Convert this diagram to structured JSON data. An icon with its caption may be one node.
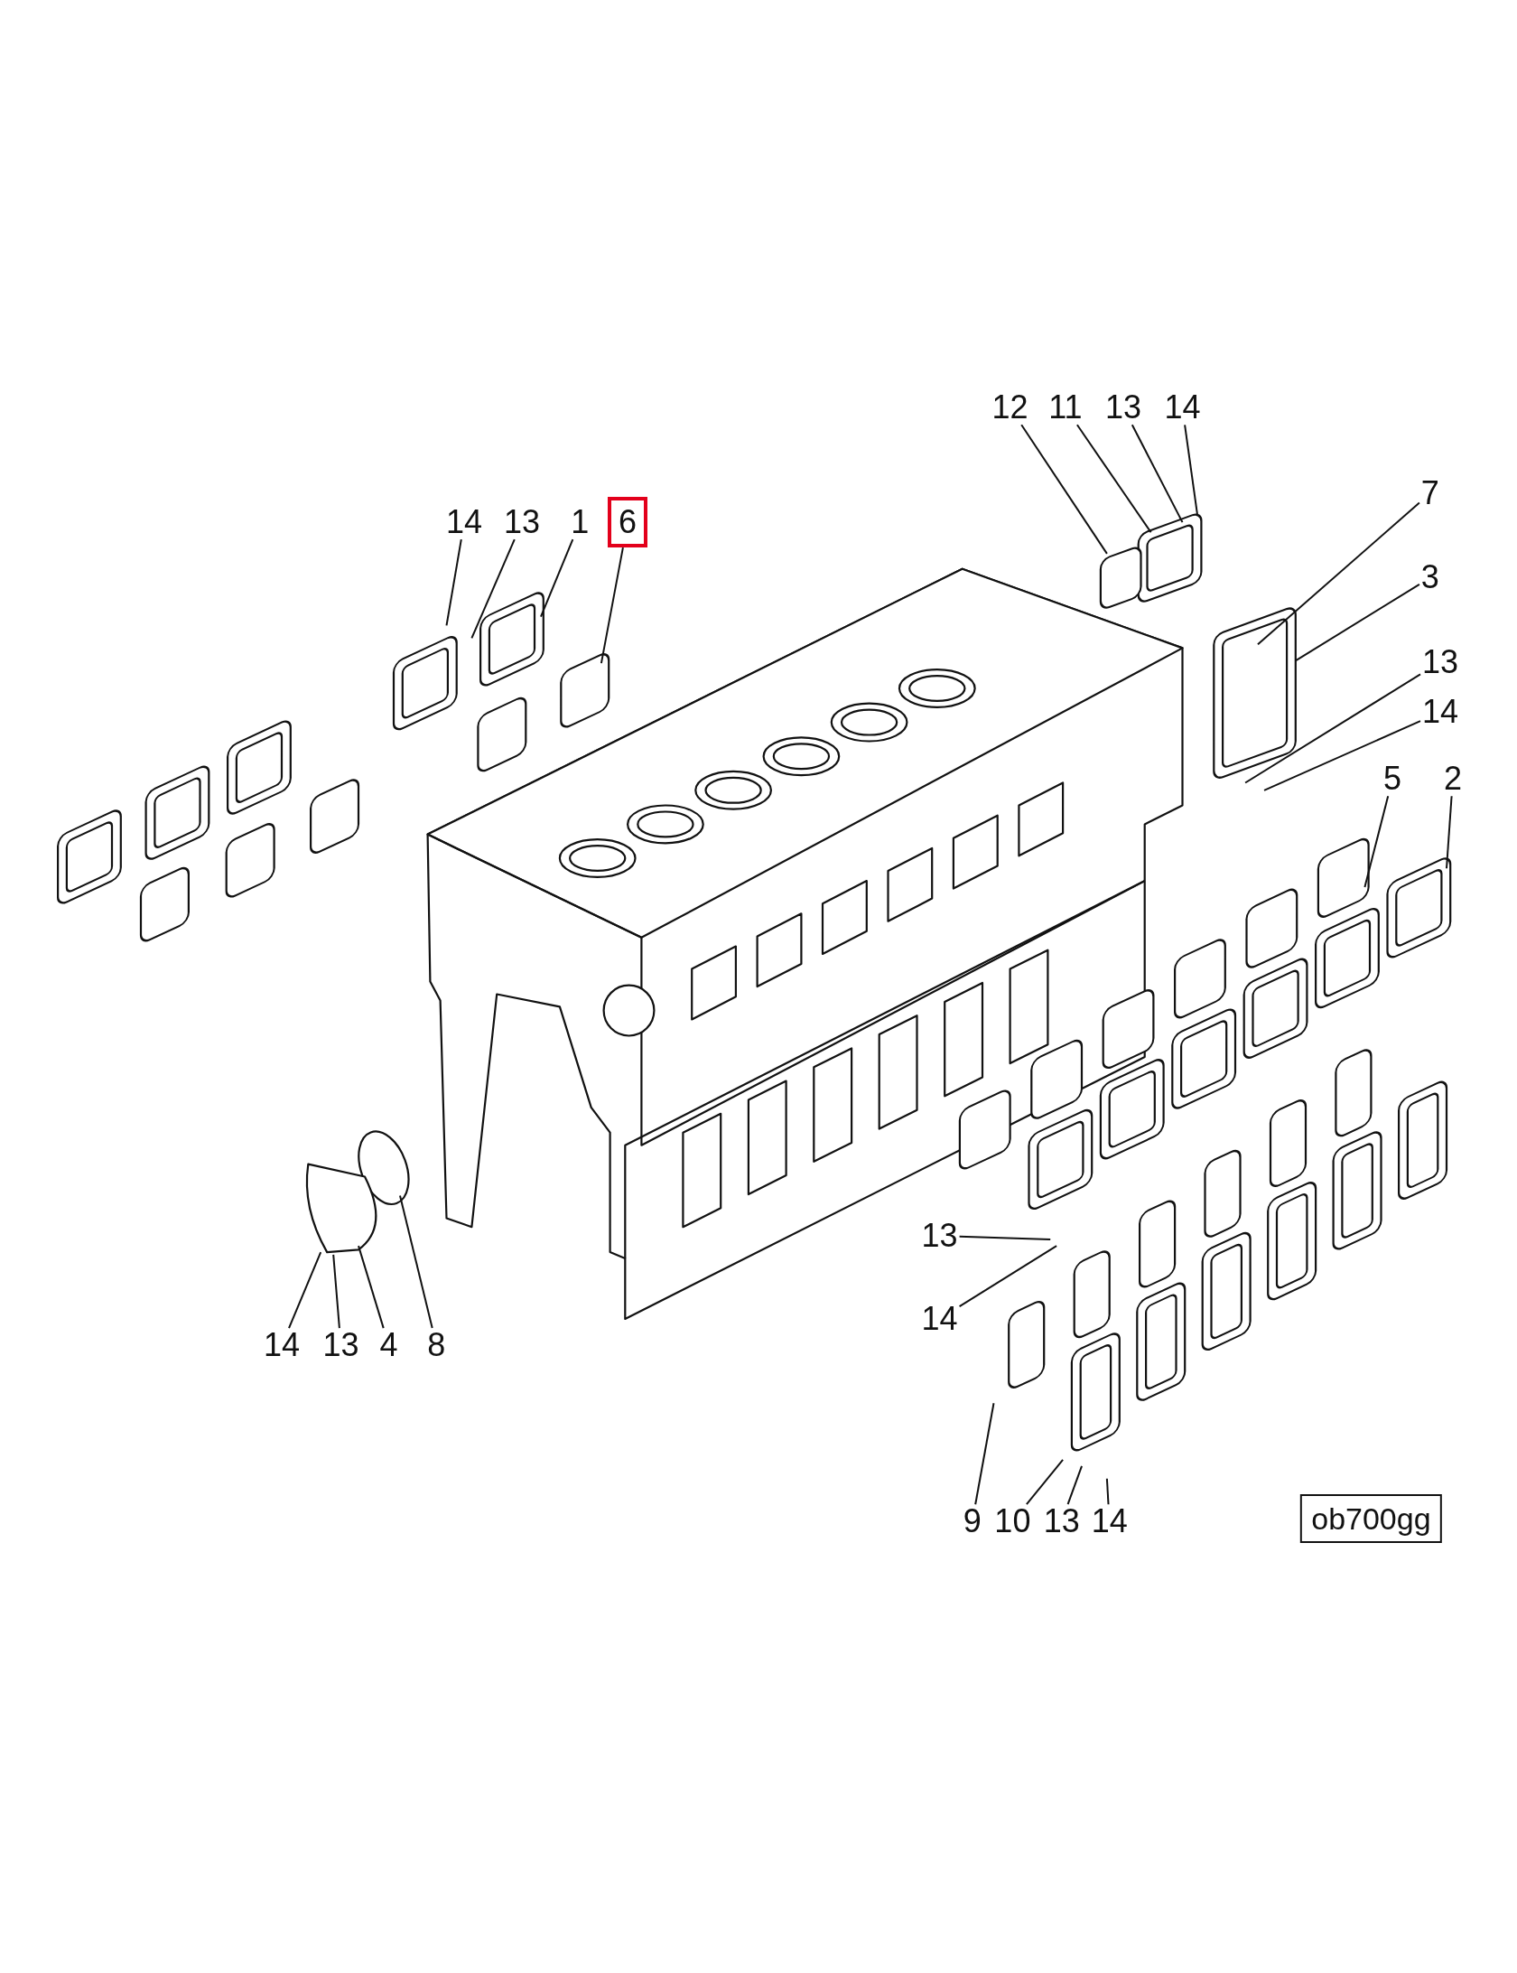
{
  "diagram": {
    "nodes": [
      {
        "text": [
          "12"
        ]
      },
      {
        "text": [
          "11"
        ]
      },
      {
        "text": [
          "13"
        ]
      },
      {
        "text": [
          "14"
        ]
      },
      {
        "text": [
          "7"
        ]
      },
      {
        "text": [
          "14"
        ]
      },
      {
        "text": [
          "13"
        ]
      },
      {
        "text": [
          "1"
        ]
      },
      {
        "text": [
          "6"
        ]
      },
      {
        "text": [
          "3"
        ]
      },
      {
        "text": [
          "13"
        ]
      },
      {
        "text": [
          "14"
        ]
      },
      {
        "text": [
          "5"
        ]
      },
      {
        "text": [
          "2"
        ]
      },
      {
        "text": [
          "13"
        ]
      },
      {
        "text": [
          "14"
        ]
      },
      {
        "text": [
          "14"
        ]
      },
      {
        "text": [
          "13"
        ]
      },
      {
        "text": [
          "4"
        ]
      },
      {
        "text": [
          "8"
        ]
      },
      {
        "text": [
          "9"
        ]
      },
      {
        "text": [
          "10"
        ]
      },
      {
        "text": [
          "13"
        ]
      },
      {
        "text": [
          "14"
        ]
      },
      {
        "text": [
          "ob700gg"
        ]
      }
    ],
    "edges": [
      {
        "from": 0,
        "to": null,
        "arrow": "none"
      },
      {
        "from": 1,
        "to": null,
        "arrow": "none"
      },
      {
        "from": 2,
        "to": null,
        "arrow": "none"
      },
      {
        "from": 3,
        "to": null,
        "arrow": "none"
      },
      {
        "from": 4,
        "to": null,
        "arrow": "none"
      },
      {
        "from": 5,
        "to": null,
        "arrow": "none"
      },
      {
        "from": 6,
        "to": null,
        "arrow": "none"
      },
      {
        "from": 7,
        "to": null,
        "arrow": "none"
      },
      {
        "from": 8,
        "to": null,
        "arrow": "none"
      },
      {
        "from": 9,
        "to": null,
        "arrow": "none"
      },
      {
        "from": 10,
        "to": null,
        "arrow": "none"
      },
      {
        "from": 11,
        "to": null,
        "arrow": "none"
      },
      {
        "from": 12,
        "to": null,
        "arrow": "none"
      },
      {
        "from": 13,
        "to": null,
        "arrow": "none"
      },
      {
        "from": 14,
        "to": null,
        "arrow": "none"
      },
      {
        "from": 15,
        "to": null,
        "arrow": "none"
      },
      {
        "from": 16,
        "to": null,
        "arrow": "none"
      },
      {
        "from": 17,
        "to": null,
        "arrow": "none"
      },
      {
        "from": 18,
        "to": null,
        "arrow": "none"
      },
      {
        "from": 19,
        "to": null,
        "arrow": "none"
      },
      {
        "from": 20,
        "to": null,
        "arrow": "none"
      },
      {
        "from": 21,
        "to": null,
        "arrow": "none"
      },
      {
        "from": 22,
        "to": null,
        "arrow": "none"
      },
      {
        "from": 23,
        "to": null,
        "arrow": "none"
      }
    ]
  }
}
